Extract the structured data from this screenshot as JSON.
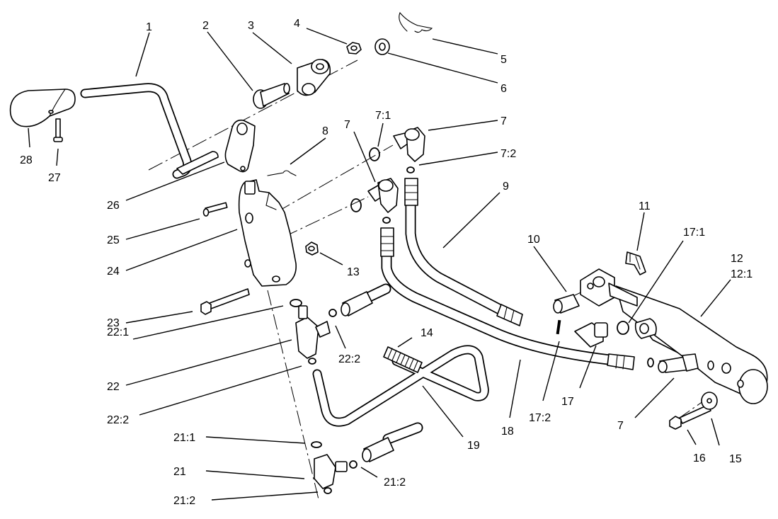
{
  "callouts": [
    {
      "id": "c1",
      "text": "1"
    },
    {
      "id": "c2",
      "text": "2"
    },
    {
      "id": "c3",
      "text": "3"
    },
    {
      "id": "c4",
      "text": "4"
    },
    {
      "id": "c5",
      "text": "5"
    },
    {
      "id": "c6",
      "text": "6"
    },
    {
      "id": "c7a",
      "text": "7"
    },
    {
      "id": "c7_1",
      "text": "7:1"
    },
    {
      "id": "c7b",
      "text": "7"
    },
    {
      "id": "c7_2",
      "text": "7:2"
    },
    {
      "id": "c8",
      "text": "8"
    },
    {
      "id": "c9",
      "text": "9"
    },
    {
      "id": "c10",
      "text": "10"
    },
    {
      "id": "c11",
      "text": "11"
    },
    {
      "id": "c12",
      "text": "12"
    },
    {
      "id": "c12_1",
      "text": "12:1"
    },
    {
      "id": "c13",
      "text": "13"
    },
    {
      "id": "c14",
      "text": "14"
    },
    {
      "id": "c15",
      "text": "15"
    },
    {
      "id": "c16",
      "text": "16"
    },
    {
      "id": "c17",
      "text": "17"
    },
    {
      "id": "c17_1",
      "text": "17:1"
    },
    {
      "id": "c17_2",
      "text": "17:2"
    },
    {
      "id": "c18",
      "text": "18"
    },
    {
      "id": "c19",
      "text": "19"
    },
    {
      "id": "c7c",
      "text": "7"
    },
    {
      "id": "c21",
      "text": "21"
    },
    {
      "id": "c21_1",
      "text": "21:1"
    },
    {
      "id": "c21_2a",
      "text": "21:2"
    },
    {
      "id": "c21_2b",
      "text": "21:2"
    },
    {
      "id": "c22",
      "text": "22"
    },
    {
      "id": "c22_1",
      "text": "22:1"
    },
    {
      "id": "c22_2a",
      "text": "22:2"
    },
    {
      "id": "c22_2b",
      "text": "22:2"
    },
    {
      "id": "c23",
      "text": "23"
    },
    {
      "id": "c24",
      "text": "24"
    },
    {
      "id": "c25",
      "text": "25"
    },
    {
      "id": "c26",
      "text": "26"
    },
    {
      "id": "c27",
      "text": "27"
    },
    {
      "id": "c28",
      "text": "28"
    }
  ]
}
